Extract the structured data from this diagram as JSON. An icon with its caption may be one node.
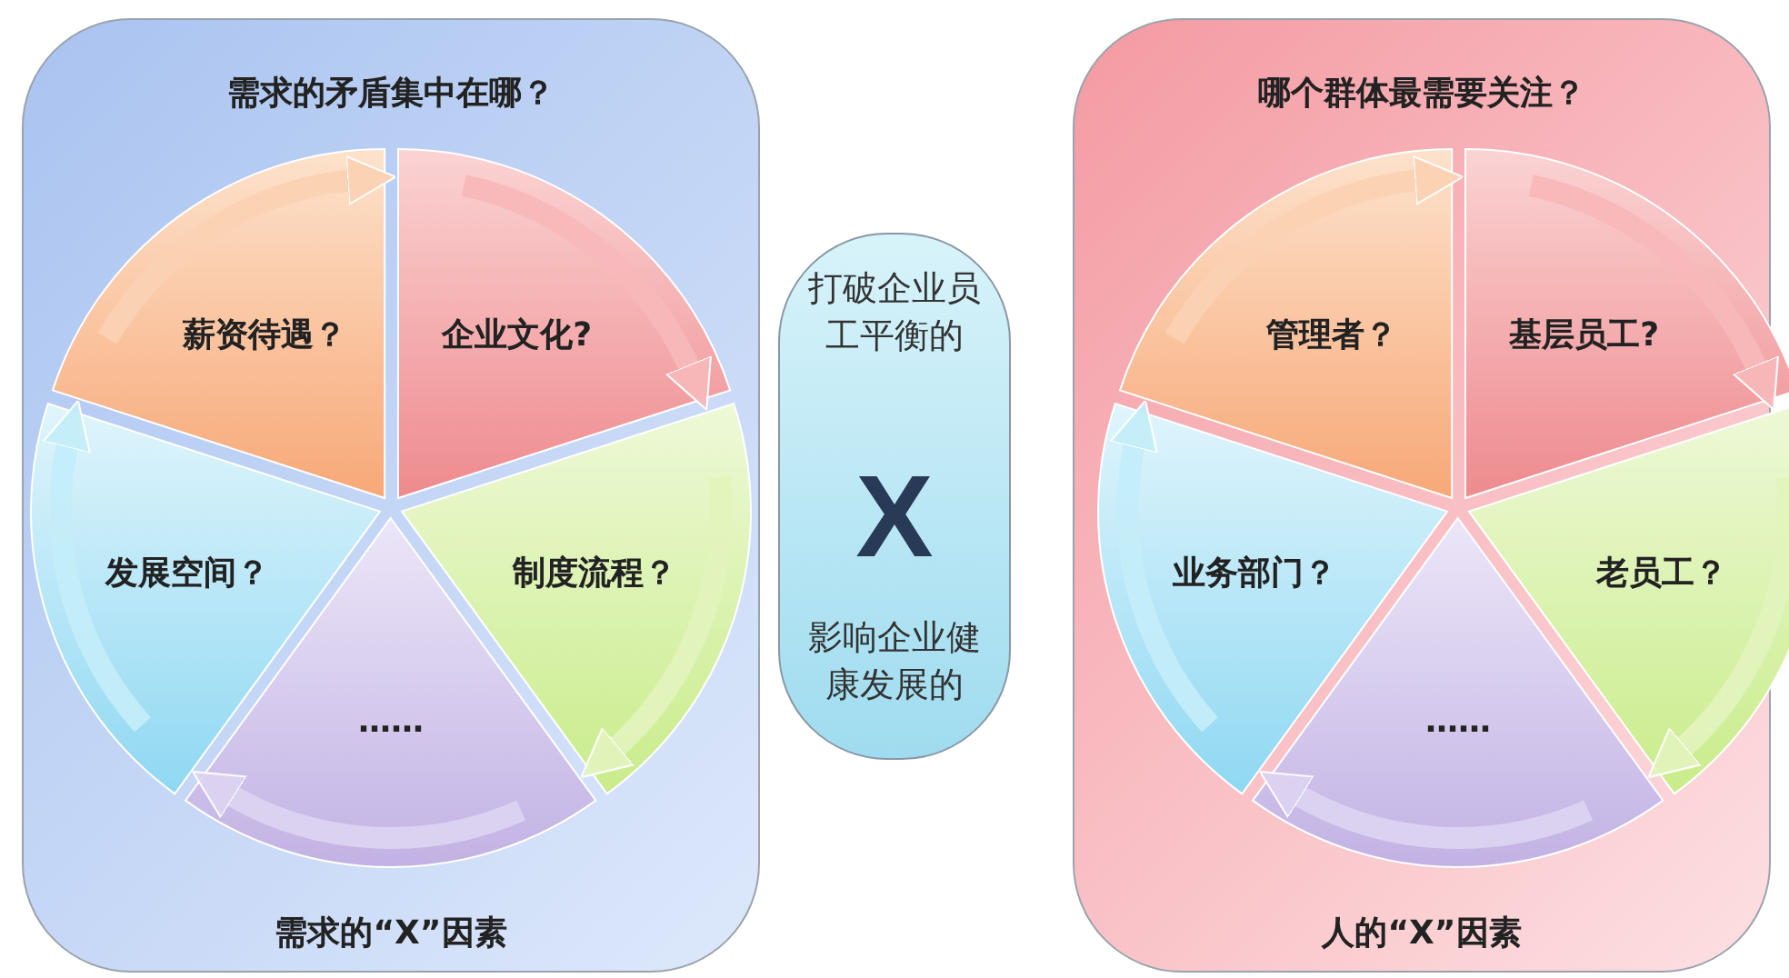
{
  "diagram": {
    "nodes": [
      {
        "text": [
          "需求的矛盾集中在哪？",
          "需求的“X”因素"
        ]
      },
      {
        "text": [
          "薪资待遇？"
        ],
        "in": 0
      },
      {
        "text": [
          "企业文化?"
        ],
        "in": 0
      },
      {
        "text": [
          "制度流程？"
        ],
        "in": 0
      },
      {
        "text": [
          "……"
        ],
        "in": 0
      },
      {
        "text": [
          "发展空间？"
        ],
        "in": 0
      },
      {
        "text": [
          "打破企业员工平衡的",
          "X",
          "影响企业健康发展的"
        ]
      },
      {
        "text": [
          "哪个群体最需要关注？",
          "人的“X”因素"
        ]
      },
      {
        "text": [
          "管理者？"
        ],
        "in": 7
      },
      {
        "text": [
          "基层员工?"
        ],
        "in": 7
      },
      {
        "text": [
          "老员工？"
        ],
        "in": 7
      },
      {
        "text": [
          "……"
        ],
        "in": 7
      },
      {
        "text": [
          "业务部门？"
        ],
        "in": 7
      }
    ],
    "edges": [
      {
        "from": 1,
        "to": 2,
        "arrow": "to"
      },
      {
        "from": 2,
        "to": 3,
        "arrow": "to"
      },
      {
        "from": 3,
        "to": 4,
        "arrow": "to"
      },
      {
        "from": 4,
        "to": 5,
        "arrow": "to"
      },
      {
        "from": 5,
        "to": 1,
        "arrow": "to"
      },
      {
        "from": 8,
        "to": 9,
        "arrow": "to"
      },
      {
        "from": 9,
        "to": 10,
        "arrow": "to"
      },
      {
        "from": 10,
        "to": 11,
        "arrow": "to"
      },
      {
        "from": 11,
        "to": 12,
        "arrow": "to"
      },
      {
        "from": 12,
        "to": 8,
        "arrow": "to"
      }
    ]
  }
}
